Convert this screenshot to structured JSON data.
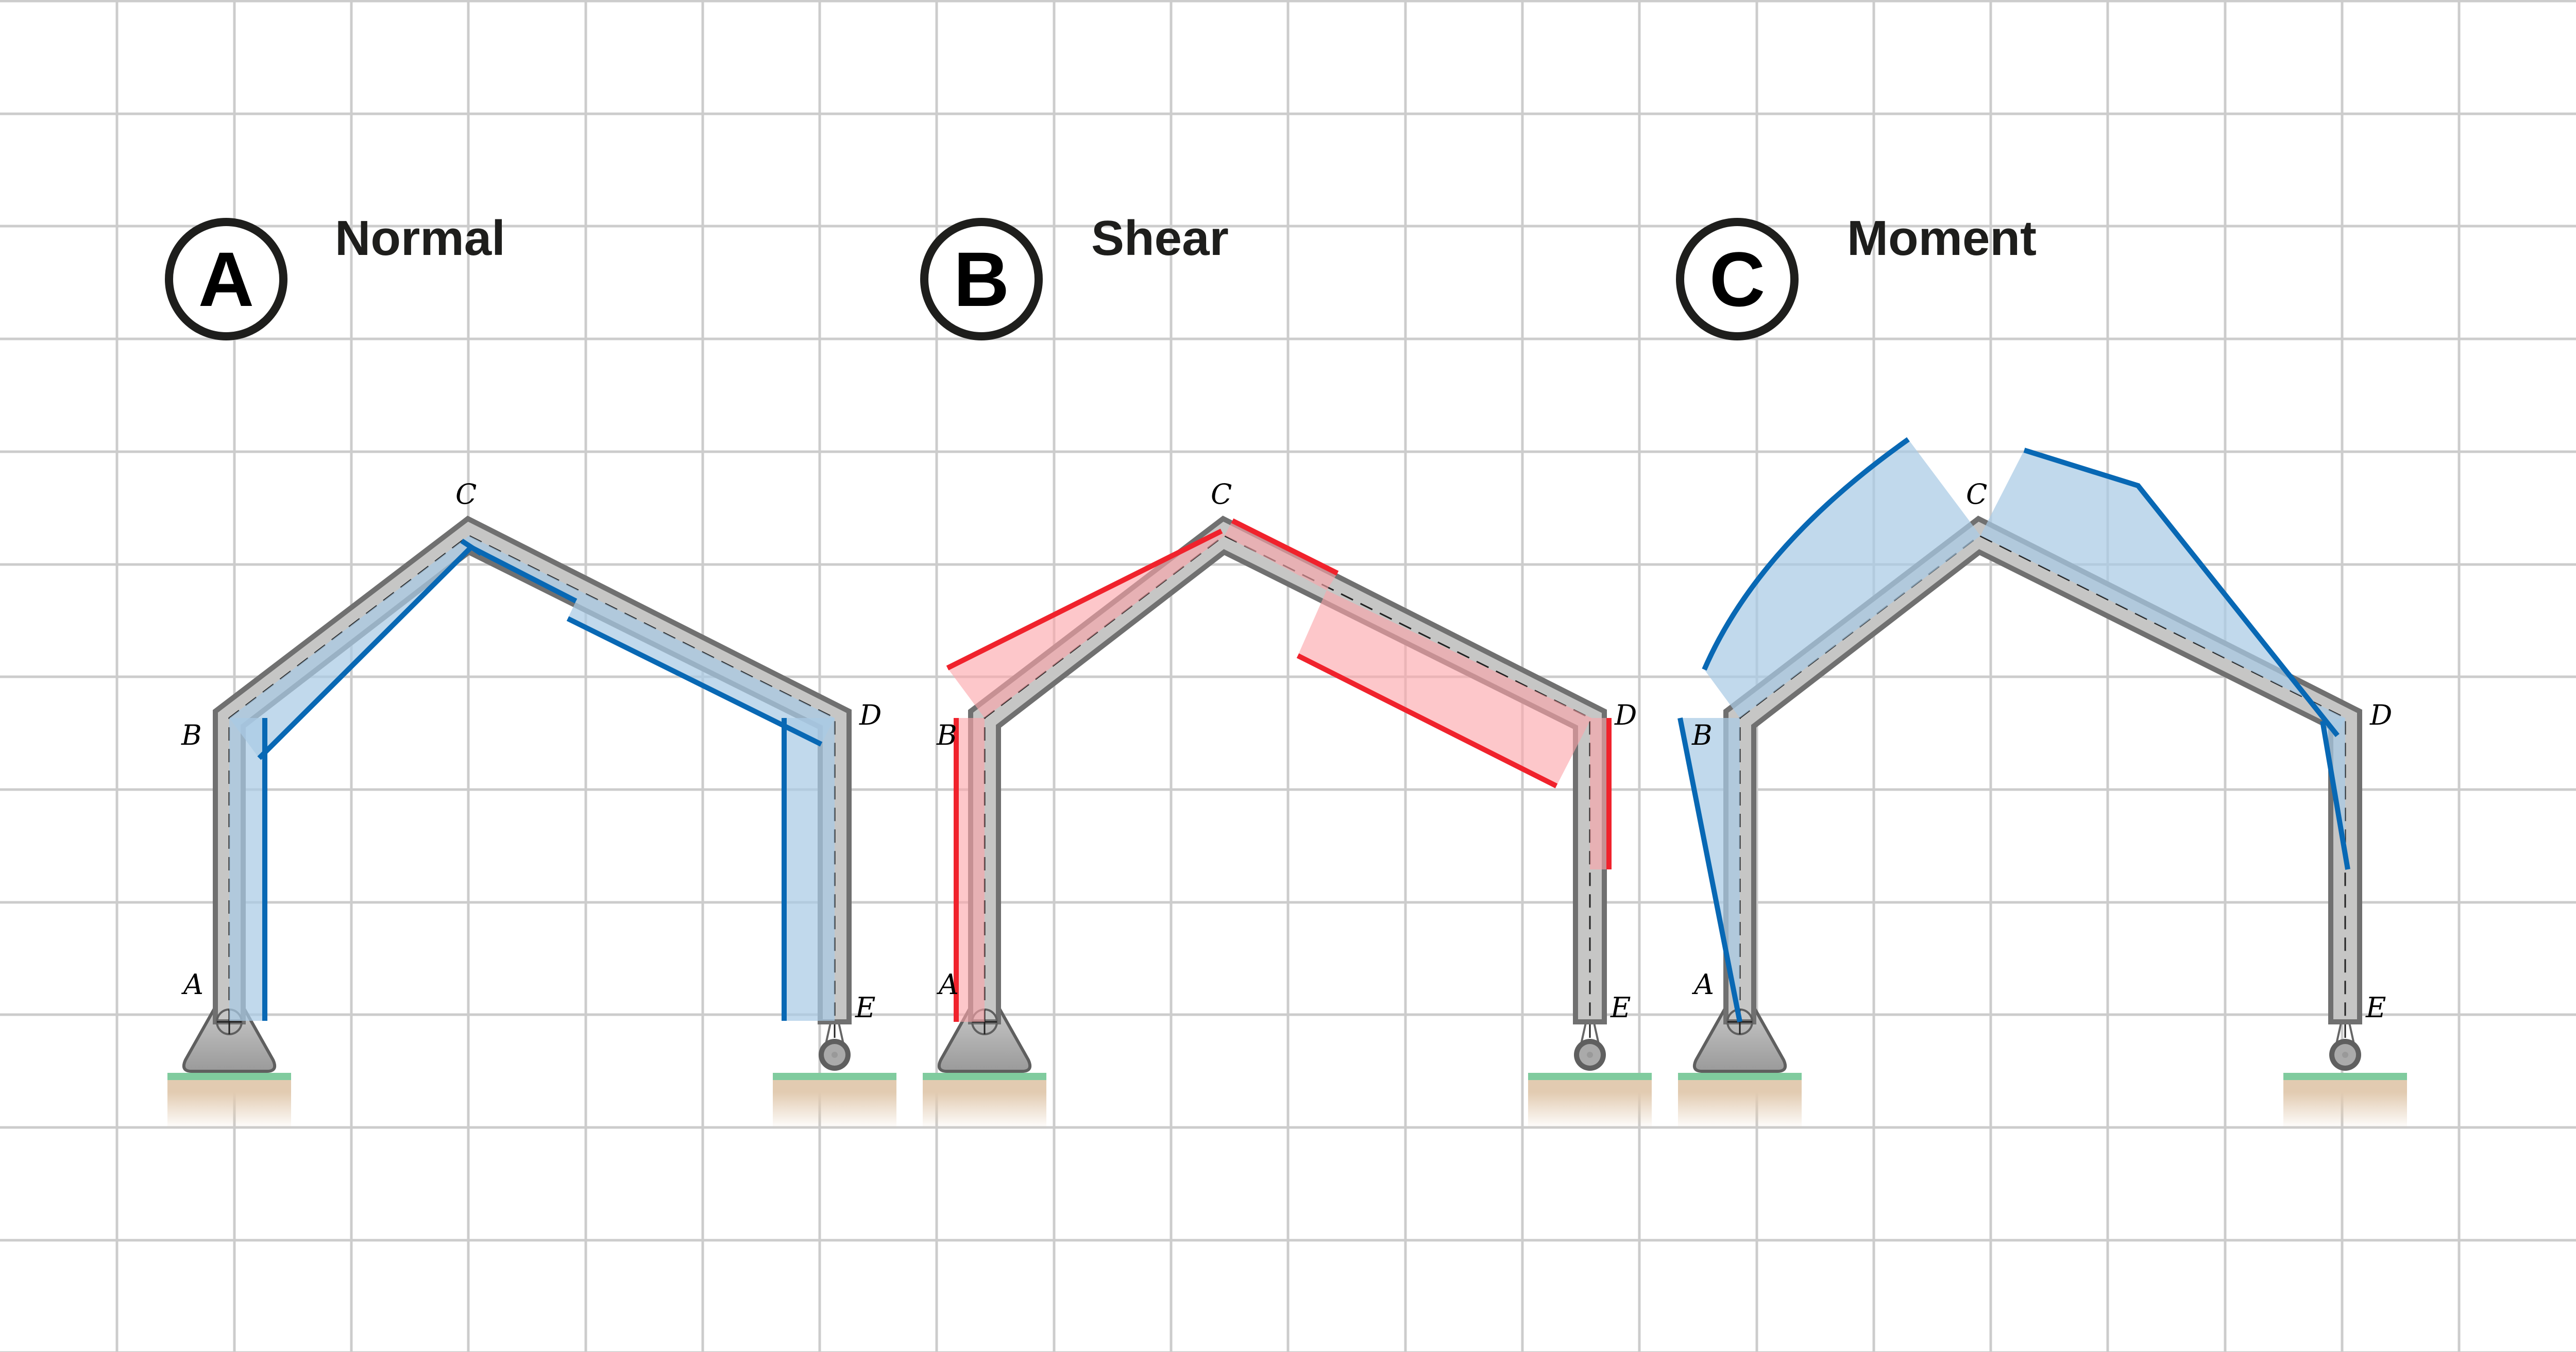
{
  "panels": [
    {
      "badge": "A",
      "title": "Normal",
      "diagram_type": "normal-force",
      "color": "#0868b4",
      "fill": "#a9cbe5"
    },
    {
      "badge": "B",
      "title": "Shear",
      "diagram_type": "shear-force",
      "color": "#f0222c",
      "fill": "#fba5aa"
    },
    {
      "badge": "C",
      "title": "Moment",
      "diagram_type": "bending-moment",
      "color": "#0868b4",
      "fill": "#a9cbe5"
    }
  ],
  "nodes": {
    "A": "A",
    "B": "B",
    "C": "C",
    "D": "D",
    "E": "E"
  },
  "supports": {
    "left": "pin-support",
    "right": "roller-support"
  },
  "colors": {
    "grid": "#cccccc",
    "member_fill": "#c6c6c5",
    "member_stroke": "#707070",
    "ground_top": "#80cb9e",
    "ground_soil": "#e2cbb1",
    "support_dark": "#5f5f5f"
  }
}
